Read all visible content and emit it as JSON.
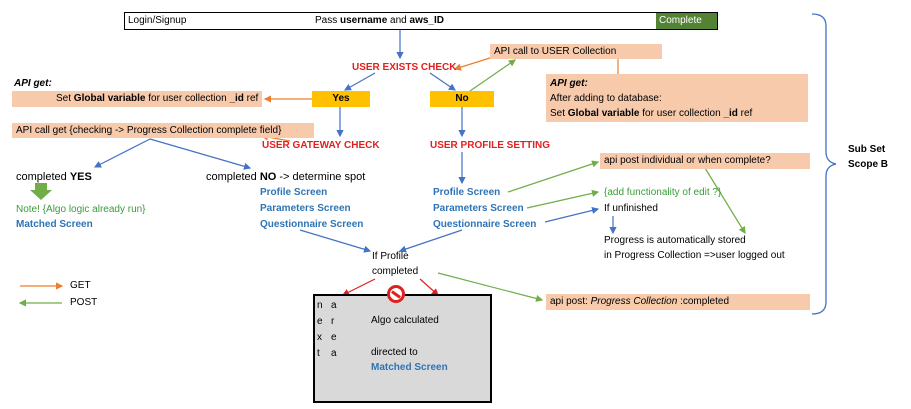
{
  "topbar": {
    "left": "Login/Signup",
    "middle_prefix": "Pass ",
    "username": "username",
    "and": " and ",
    "aws_id": "aws_ID",
    "complete": "Complete"
  },
  "api_call_user_collection": "API call to USER Collection",
  "user_exists_check": "USER EXISTS CHECK",
  "yes": "Yes",
  "no": "No",
  "api_get_left": {
    "label": "API get:",
    "prefix": "Set ",
    "bold": "Global variable",
    "suffix": " for user collection ",
    "id": "_id",
    "ref": " ref"
  },
  "api_get_right": {
    "label": "API get:",
    "line1": "After adding to database:",
    "prefix": "Set ",
    "bold": "Global variable",
    "suffix": " for user collection ",
    "id": "_id",
    "ref": " ref"
  },
  "api_call_progress": "API call get {checking -> Progress Collection complete field}",
  "user_gateway_check": "USER GATEWAY CHECK",
  "user_profile_setting": "USER PROFILE SETTING",
  "completed_yes": {
    "prefix": "completed ",
    "bold": "YES"
  },
  "note_algo": "Note! {Algo logic already run}",
  "matched_screen": "Matched Screen",
  "completed_no": {
    "prefix": "completed ",
    "bold": "NO",
    "suffix": " -> determine spot"
  },
  "gateway_screens": [
    "Profile Screen",
    "Parameters Screen",
    "Questionnaire Screen"
  ],
  "profile_screens": [
    "Profile Screen",
    "Parameters Screen",
    "Questionnaire Screen"
  ],
  "api_post_individual": "api post individual or when complete?",
  "add_functionality": "{add functionality of edit ?}",
  "if_unfinished": "If unfinished",
  "progress_stored": [
    "Progress is automatically stored",
    "in Progress Collection =>user logged out"
  ],
  "if_profile": [
    "If Profile",
    "completed"
  ],
  "api_post_completed": {
    "prefix": "api post: ",
    "italic": "Progress Collection",
    "suffix": "  :completed"
  },
  "gray_box": {
    "col1": [
      "n",
      "e",
      "x",
      "t"
    ],
    "col2": [
      "a",
      "r",
      "e",
      "a"
    ],
    "algo": "Algo calculated",
    "directed": "directed to",
    "matched": "Matched Screen"
  },
  "legend": {
    "get": "GET",
    "post": "POST"
  },
  "sub_set": [
    "Sub Set",
    "Scope B"
  ],
  "colors": {
    "orange_arrow": "#ed7d31",
    "green_arrow": "#70ad47",
    "blue_arrow": "#4472c4",
    "red_arrow": "#e02020",
    "peach": "#f7caac",
    "decision": "#ffc000",
    "complete": "#548235"
  }
}
